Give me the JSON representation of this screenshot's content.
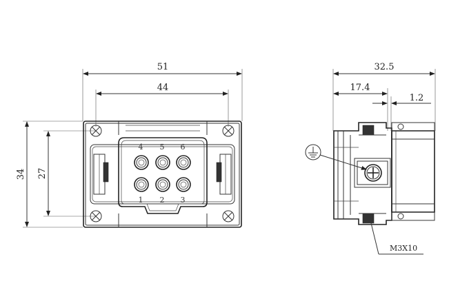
{
  "front_view": {
    "dimensions": {
      "overall_width": "51",
      "hole_spacing": "44",
      "overall_height": "34",
      "hole_vertical": "27"
    },
    "pins": {
      "top": [
        "4",
        "5",
        "6"
      ],
      "bottom": [
        "1",
        "2",
        "3"
      ]
    }
  },
  "side_view": {
    "dimensions": {
      "depth": "32.5",
      "front_depth": "17.4",
      "flange": "1.2"
    },
    "screw_note": "M3X10"
  }
}
